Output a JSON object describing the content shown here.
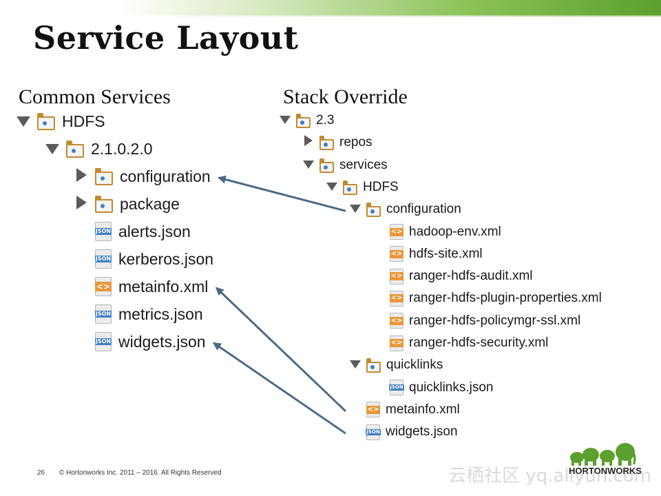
{
  "slide": {
    "title": "Service Layout",
    "left_heading": "Common Services",
    "right_heading": "Stack Override",
    "page_number": "26",
    "copyright": "© Hortonworks Inc. 2011 – 2016. All Rights Reserved",
    "logo_text": "HORTONWORKS",
    "watermark": "云栖社区 yq.aliyun.com"
  },
  "colors": {
    "accent_green": "#5ba02e",
    "folder_orange": "#c48a2e",
    "json_blue": "#3f7fc4",
    "xml_orange": "#e9973a",
    "arrow": "#4a6a86"
  },
  "icons": {
    "json_badge": "JSON",
    "xml_badge": "<>"
  },
  "left_tree": [
    {
      "label": "HDFS",
      "type": "folder",
      "expand": "open",
      "depth": 0
    },
    {
      "label": "2.1.0.2.0",
      "type": "folder",
      "expand": "open",
      "depth": 1
    },
    {
      "label": "configuration",
      "type": "folder",
      "expand": "closed",
      "depth": 2
    },
    {
      "label": "package",
      "type": "folder",
      "expand": "closed",
      "depth": 2
    },
    {
      "label": "alerts.json",
      "type": "json",
      "expand": "none",
      "depth": 2
    },
    {
      "label": "kerberos.json",
      "type": "json",
      "expand": "none",
      "depth": 2
    },
    {
      "label": "metainfo.xml",
      "type": "xml",
      "expand": "none",
      "depth": 2
    },
    {
      "label": "metrics.json",
      "type": "json",
      "expand": "none",
      "depth": 2
    },
    {
      "label": "widgets.json",
      "type": "json",
      "expand": "none",
      "depth": 2
    }
  ],
  "right_tree": [
    {
      "label": "2.3",
      "type": "folder",
      "expand": "open",
      "depth": 0
    },
    {
      "label": "repos",
      "type": "folder",
      "expand": "closed",
      "depth": 1
    },
    {
      "label": "services",
      "type": "folder",
      "expand": "open",
      "depth": 1
    },
    {
      "label": "HDFS",
      "type": "folder",
      "expand": "open",
      "depth": 2
    },
    {
      "label": "configuration",
      "type": "folder",
      "expand": "open",
      "depth": 3
    },
    {
      "label": "hadoop-env.xml",
      "type": "xml",
      "expand": "none",
      "depth": 4
    },
    {
      "label": "hdfs-site.xml",
      "type": "xml",
      "expand": "none",
      "depth": 4
    },
    {
      "label": "ranger-hdfs-audit.xml",
      "type": "xml",
      "expand": "none",
      "depth": 4
    },
    {
      "label": "ranger-hdfs-plugin-properties.xml",
      "type": "xml",
      "expand": "none",
      "depth": 4
    },
    {
      "label": "ranger-hdfs-policymgr-ssl.xml",
      "type": "xml",
      "expand": "none",
      "depth": 4
    },
    {
      "label": "ranger-hdfs-security.xml",
      "type": "xml",
      "expand": "none",
      "depth": 4
    },
    {
      "label": "quicklinks",
      "type": "folder",
      "expand": "open",
      "depth": 3
    },
    {
      "label": "quicklinks.json",
      "type": "json",
      "expand": "none",
      "depth": 4
    },
    {
      "label": "metainfo.xml",
      "type": "xml",
      "expand": "none",
      "depth": 3
    },
    {
      "label": "widgets.json",
      "type": "json",
      "expand": "none",
      "depth": 3
    }
  ],
  "override_arrows": [
    {
      "from_right_row": 4,
      "to_left_row": 2
    },
    {
      "from_right_row": 13,
      "to_left_row": 6
    },
    {
      "from_right_row": 14,
      "to_left_row": 8
    }
  ]
}
